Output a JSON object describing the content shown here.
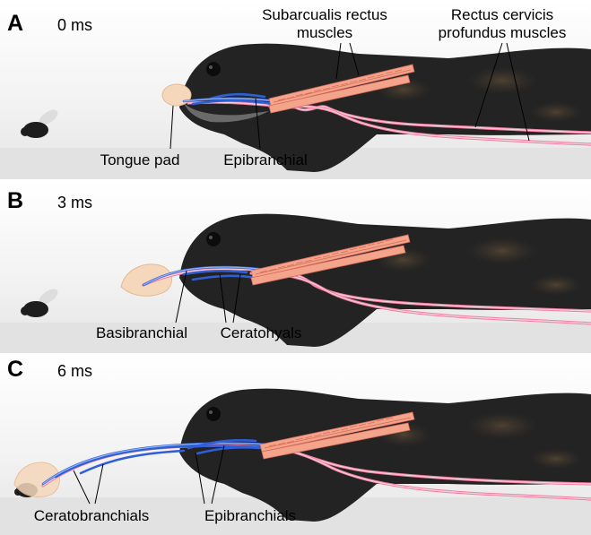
{
  "panels": [
    {
      "letter": "A",
      "time": "0 ms",
      "labels": {
        "subarcualis": [
          "Subarcualis rectus",
          "muscles"
        ],
        "rectus": [
          "Rectus cervicis",
          "profundus muscles"
        ],
        "tongue_pad": "Tongue pad",
        "epibranchial": "Epibranchial"
      }
    },
    {
      "letter": "B",
      "time": "3 ms",
      "labels": {
        "basibranchial": "Basibranchial",
        "ceratohyals": "Ceratohyals"
      }
    },
    {
      "letter": "C",
      "time": "6 ms",
      "labels": {
        "ceratobranchials": "Ceratobranchials",
        "epibranchials": "Epibranchials"
      }
    }
  ],
  "colors": {
    "muscle_pink": "#f27ea0",
    "bone_blue": "#2f5fd6",
    "subarcualis_fill": "#f4a48a",
    "tongue_pad": "#f5d7bb",
    "salamander_body": "#232323"
  }
}
